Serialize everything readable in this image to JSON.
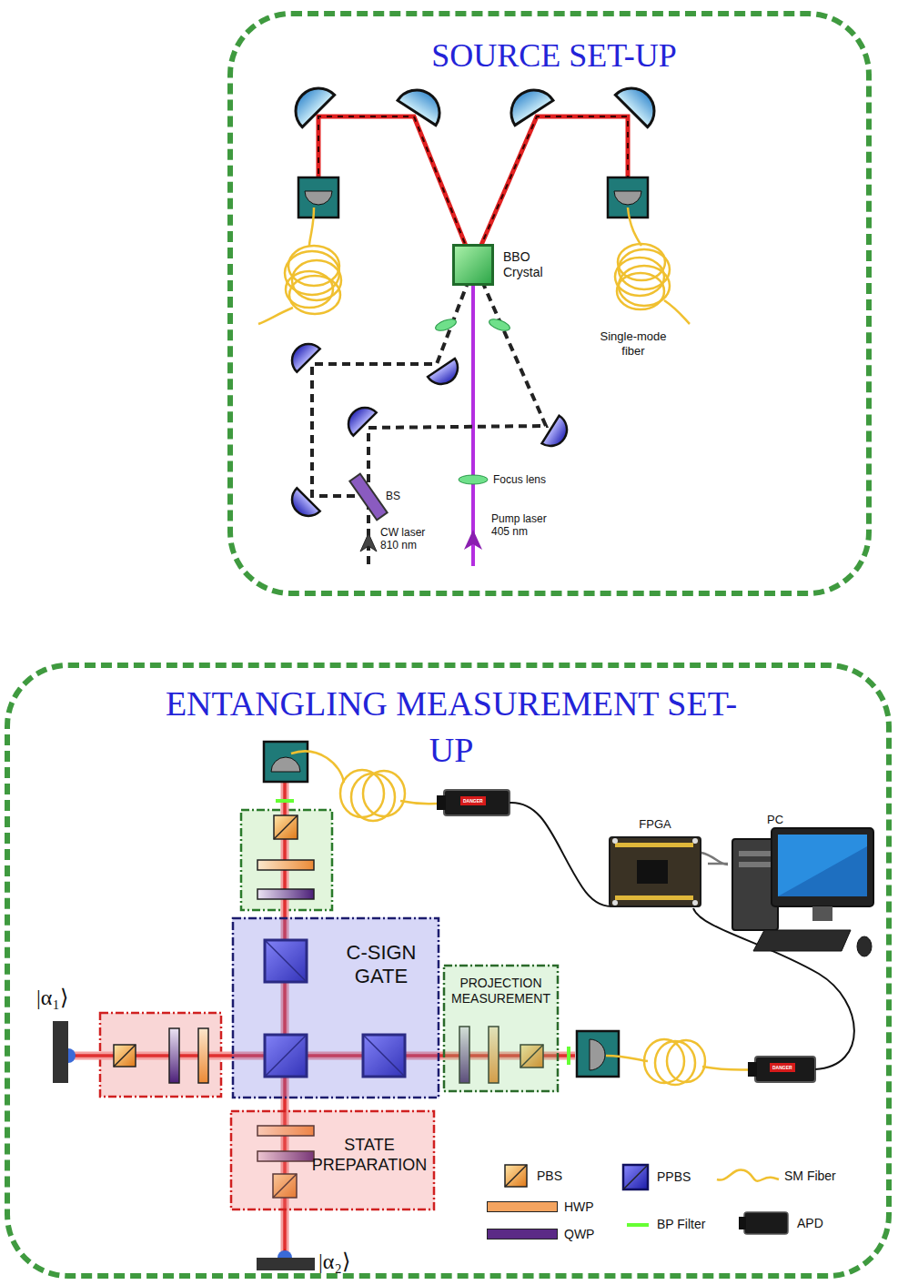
{
  "diagram": {
    "nodes": [
      {
        "text": [
          "SOURCE SET-UP"
        ]
      },
      {
        "text": [
          "BBO Crystal"
        ],
        "in": 0
      },
      {
        "text": [
          "ENTANGLING MEASUREMENT SET-UP"
        ]
      },
      {
        "text": [
          "C-SIGN GATE"
        ],
        "in": 2
      },
      {
        "text": [
          "PROJECTION MEASUREMENT"
        ],
        "in": 2
      },
      {
        "text": [
          "STATE PREPARATION"
        ],
        "in": 2
      },
      {
        "text": [
          "FPGA"
        ],
        "in": 2
      },
      {
        "text": [
          "PC"
        ],
        "in": 2
      }
    ],
    "edges": [
      {
        "from": 6,
        "to": 7,
        "arrow": "none"
      }
    ],
    "labels": [
      "Single-mode fiber",
      "BS",
      "CW laser 810 nm",
      "Focus lens",
      "Pump laser 405 nm",
      "DANGER",
      "DANGER",
      "|α₁⟩",
      "|α₂⟩"
    ],
    "legend": [
      {
        "text": "PBS"
      },
      {
        "text": "PPBS"
      },
      {
        "text": "SM Fiber"
      },
      {
        "text": "HWP",
        "color": "#f4a460"
      },
      {
        "text": "BP Filter",
        "color": "#66ff33"
      },
      {
        "text": "APD"
      },
      {
        "text": "QWP",
        "color": "#5b2a86"
      }
    ]
  }
}
